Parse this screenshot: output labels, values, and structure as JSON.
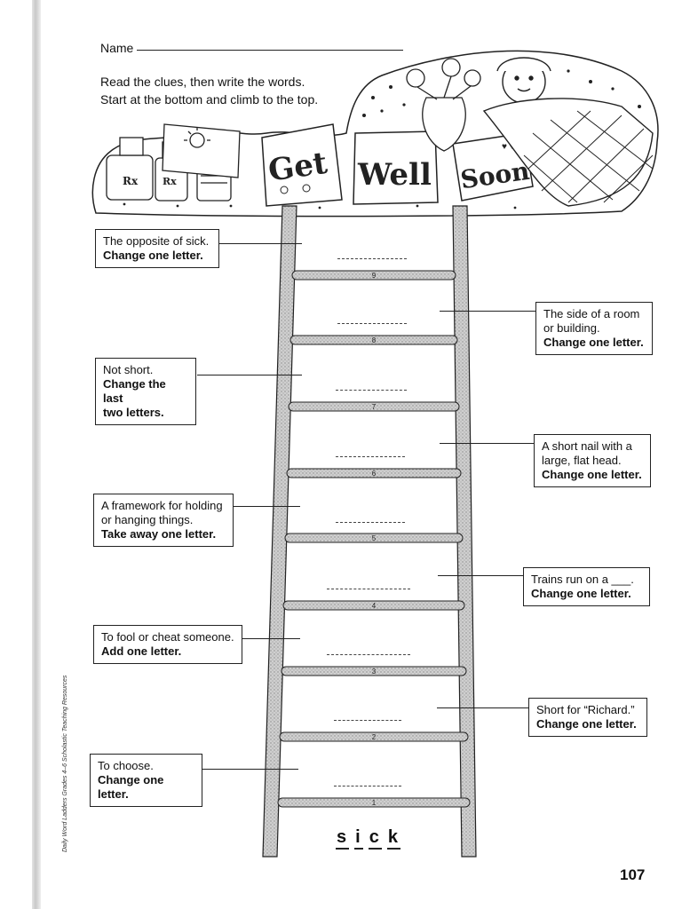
{
  "header": {
    "name_label": "Name",
    "instructions": [
      "Read the clues, then write the words.",
      "Start at the bottom and climb to the top."
    ]
  },
  "cards": {
    "get": "Get",
    "well": "Well",
    "soon": "Soon",
    "rx": "Rx"
  },
  "clues": [
    {
      "step": 9,
      "line1": "The opposite of sick.",
      "line2": "",
      "rule1": "Change one letter.",
      "rule2": ""
    },
    {
      "step": 8,
      "line1": "The side of a room",
      "line2": "or building.",
      "rule1": "Change one letter.",
      "rule2": ""
    },
    {
      "step": 7,
      "line1": "Not short.",
      "line2": "",
      "rule1": "Change the last",
      "rule2": "two letters."
    },
    {
      "step": 6,
      "line1": "A short nail with a",
      "line2": "large, flat head.",
      "rule1": "Change one letter.",
      "rule2": ""
    },
    {
      "step": 5,
      "line1": "A framework for holding",
      "line2": "or hanging things.",
      "rule1": "Take away one letter.",
      "rule2": ""
    },
    {
      "step": 4,
      "line1": "Trains run on a ___.",
      "line2": "",
      "rule1": "Change one letter.",
      "rule2": ""
    },
    {
      "step": 3,
      "line1": "To fool or cheat someone.",
      "line2": "",
      "rule1": "Add one letter.",
      "rule2": ""
    },
    {
      "step": 2,
      "line1": "Short for “Richard.”",
      "line2": "",
      "rule1": "Change one letter.",
      "rule2": ""
    },
    {
      "step": 1,
      "line1": "To choose.",
      "line2": "",
      "rule1": "Change one letter.",
      "rule2": ""
    }
  ],
  "rung_numbers": [
    "9",
    "8",
    "7",
    "6",
    "5",
    "4",
    "3",
    "2",
    "1"
  ],
  "start_word_letters": [
    "s",
    "i",
    "c",
    "k"
  ],
  "page_number": "107",
  "side_credit": "Daily Word Ladders Grades 4–6   Scholastic Teaching Resources"
}
